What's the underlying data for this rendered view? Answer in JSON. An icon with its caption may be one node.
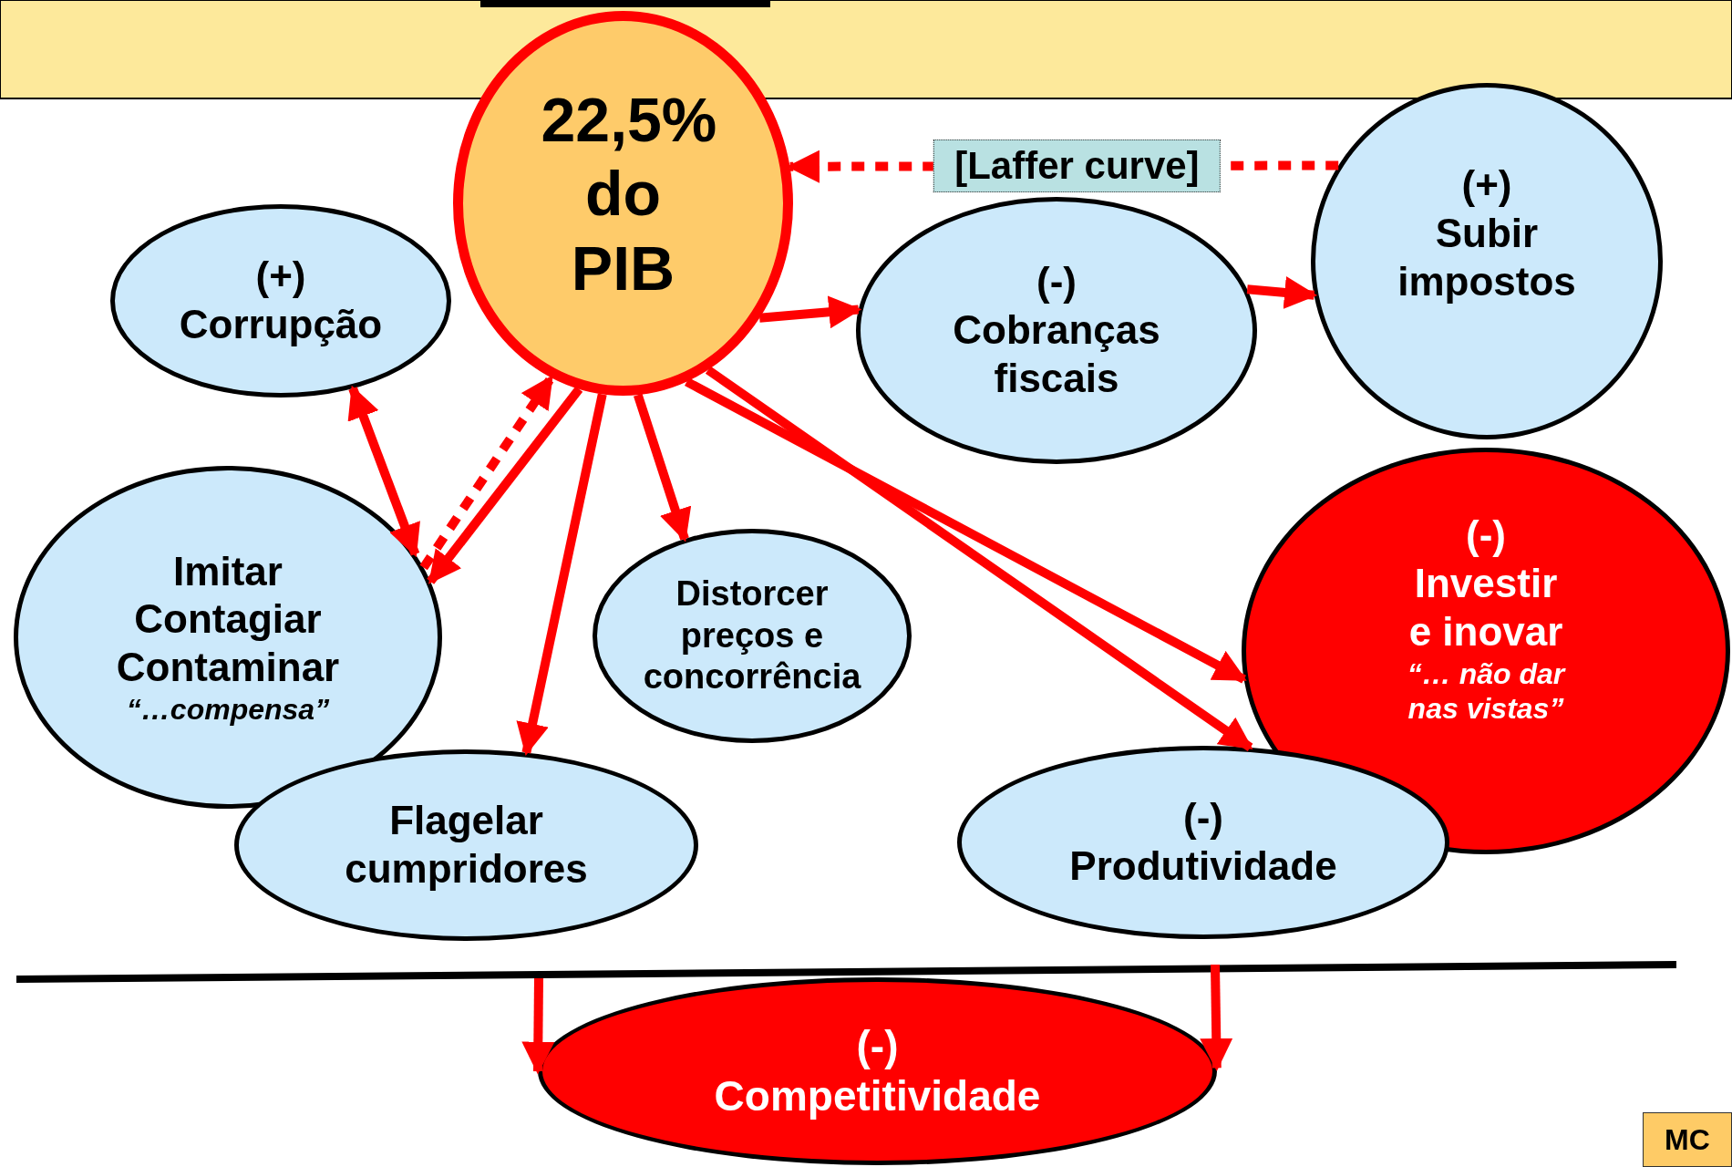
{
  "diagram": {
    "nodes": [
      {
        "text": [
          "22,5% do PIB"
        ]
      },
      {
        "text": [
          "(+)",
          "Corrupção"
        ]
      },
      {
        "text": [
          "(-)",
          "Cobranças fiscais"
        ]
      },
      {
        "text": [
          "(+)",
          "Subir impostos"
        ]
      },
      {
        "text": [
          "Imitar Contagiar Contaminar",
          "“…compensa”"
        ]
      },
      {
        "text": [
          "Distorcer preços e concorrência"
        ]
      },
      {
        "text": [
          "(-)",
          "Investir e inovar",
          "“… não dar nas vistas”"
        ]
      },
      {
        "text": [
          "Flagelar cumpridores"
        ]
      },
      {
        "text": [
          "(-)",
          "Produtividade"
        ]
      },
      {
        "text": [
          "(-)",
          "Competitividade"
        ]
      }
    ],
    "edges": [
      {
        "from": 3,
        "to": 0,
        "arrow": "to",
        "style": "dashed",
        "label": "[Laffer curve]"
      },
      {
        "from": 0,
        "to": 2,
        "arrow": "to"
      },
      {
        "from": 2,
        "to": 3,
        "arrow": "to"
      },
      {
        "from": 1,
        "to": 4,
        "arrow": "both"
      },
      {
        "from": 4,
        "to": 0,
        "arrow": "to",
        "style": "dashed"
      },
      {
        "from": 0,
        "to": 4,
        "arrow": "to"
      },
      {
        "from": 0,
        "to": 7,
        "arrow": "to"
      },
      {
        "from": 0,
        "to": 5,
        "arrow": "to"
      },
      {
        "from": 0,
        "to": 6,
        "arrow": "to"
      },
      {
        "from": 0,
        "to": 8,
        "arrow": "to"
      },
      {
        "from": null,
        "to": 9,
        "arrow": "to"
      },
      {
        "from": null,
        "to": 9,
        "arrow": "to"
      }
    ],
    "labels": [
      "MC"
    ]
  }
}
